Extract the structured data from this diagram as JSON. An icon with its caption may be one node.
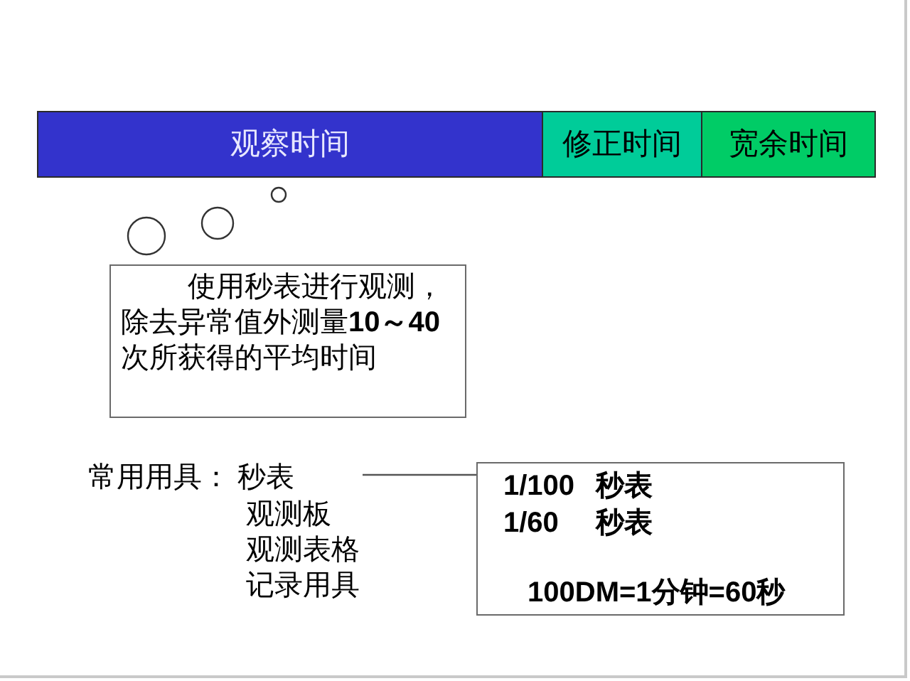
{
  "diagram": {
    "nodes": [
      {
        "text": [
          "观察时间"
        ]
      },
      {
        "text": [
          "修正时间"
        ]
      },
      {
        "text": [
          "宽余时间"
        ]
      },
      {
        "text": [
          "使用秒表进行观测，除去异常值外测量**10～40**次所获得的平均时间"
        ]
      },
      {
        "text": [
          "常用用具：",
          "秒表",
          "观测板",
          "观测表格",
          "记录用具"
        ]
      },
      {
        "text": [
          "1/100",
          "秒表",
          "1/60",
          "秒表",
          "100DM=1分钟=60秒"
        ]
      }
    ],
    "edges": [
      {
        "from": 4,
        "to": 5,
        "arrow": "none"
      }
    ]
  }
}
